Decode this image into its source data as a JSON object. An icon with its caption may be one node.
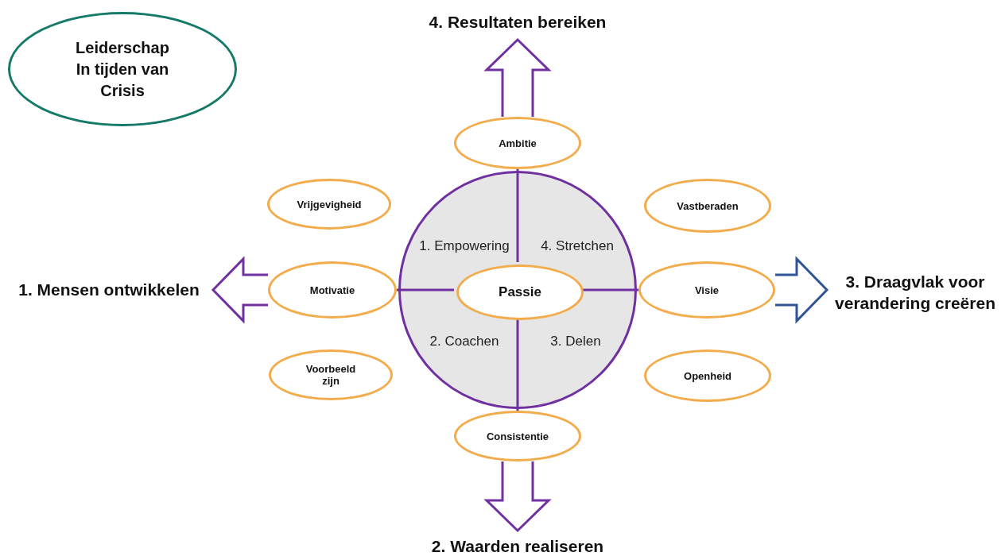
{
  "diagram": {
    "nodes": [
      {
        "text": [
          "Leiderschap In tijden van Crisis"
        ]
      },
      {
        "text": [
          "4. Resultaten bereiken"
        ]
      },
      {
        "text": [
          "Ambitie"
        ]
      },
      {
        "text": [
          "1. Empowering",
          "4. Stretchen",
          "2. Coachen",
          "3. Delen"
        ]
      },
      {
        "text": [
          "Vrijgevigheid"
        ]
      },
      {
        "text": [
          "Vastberaden"
        ]
      },
      {
        "text": [
          "1. Mensen ontwikkelen"
        ]
      },
      {
        "text": [
          "Motivatie"
        ]
      },
      {
        "text": [
          "Passie"
        ],
        "in": 3
      },
      {
        "text": [
          "Visie"
        ]
      },
      {
        "text": [
          "3. Draagvlak voor verandering creëren"
        ]
      },
      {
        "text": [
          "Voorbeeld zijn"
        ]
      },
      {
        "text": [
          "Openheid"
        ]
      },
      {
        "text": [
          "Consistentie"
        ]
      },
      {
        "text": [
          "2. Waarden realiseren"
        ]
      }
    ],
    "edges": [
      {
        "from": 2,
        "to": 1,
        "arrow": "to"
      },
      {
        "from": 7,
        "to": 6,
        "arrow": "to"
      },
      {
        "from": 9,
        "to": 10,
        "arrow": "to",
        "color": "#2f5597"
      },
      {
        "from": 13,
        "to": 14,
        "arrow": "to"
      },
      {
        "from": 2,
        "to": 8,
        "arrow": "none"
      },
      {
        "from": 7,
        "to": 8,
        "arrow": "none"
      },
      {
        "from": 8,
        "to": 9,
        "arrow": "none"
      },
      {
        "from": 8,
        "to": 13,
        "arrow": "none"
      }
    ]
  }
}
